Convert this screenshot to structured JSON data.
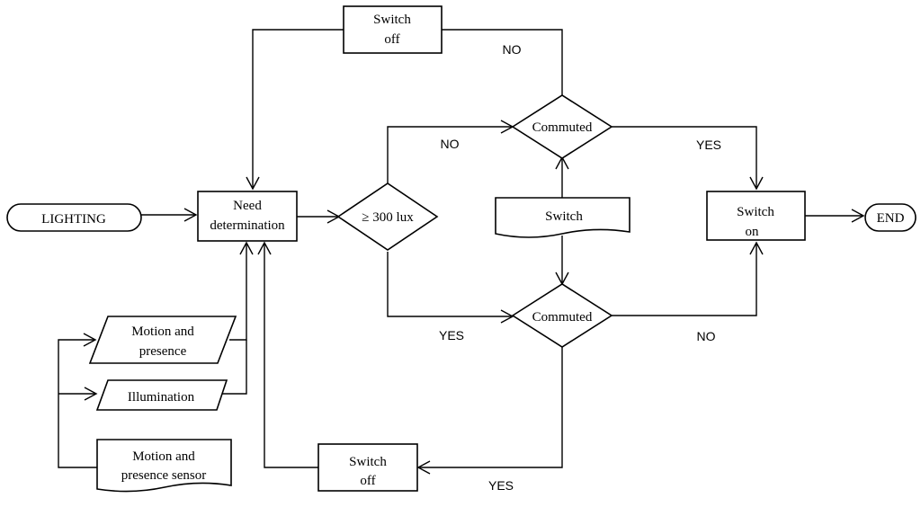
{
  "nodes": {
    "lighting": "LIGHTING",
    "need_line1": "Need",
    "need_line2": "determination",
    "lux": "≥ 300 lux",
    "commuted_top": "Commuted",
    "commuted_bottom": "Commuted",
    "switch_doc": "Switch",
    "switch_on_line1": "Switch",
    "switch_on_line2": "on",
    "end": "END",
    "switch_off_top_line1": "Switch",
    "switch_off_top_line2": "off",
    "switch_off_bottom_line1": "Switch",
    "switch_off_bottom_line2": "off",
    "motion_presence_line1": "Motion and",
    "motion_presence_line2": "presence",
    "illumination": "Illumination",
    "sensor_line1": "Motion and",
    "sensor_line2": "presence sensor"
  },
  "edge_labels": {
    "top_no": "NO",
    "lux_no": "NO",
    "top_yes": "YES",
    "lux_yes": "YES",
    "bottom_no": "NO",
    "bottom_yes": "YES"
  }
}
